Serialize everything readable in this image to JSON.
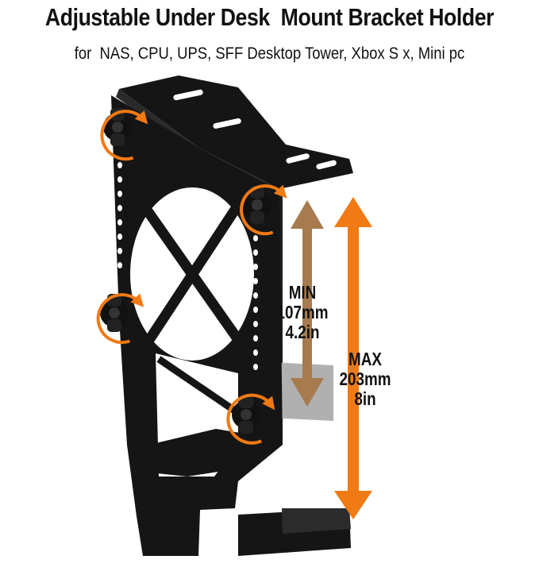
{
  "header": {
    "title": "Adjustable Under Desk  Mount Bracket Holder",
    "subtitle": "for  NAS, CPU, UPS, SFF Desktop Tower, Xbox S x, Mini pc"
  },
  "min_dimension": {
    "label": "MIN",
    "mm": "107mm",
    "inch": "4.2in"
  },
  "max_dimension": {
    "label": "MAX",
    "mm": "203mm",
    "inch": "8in"
  },
  "colors": {
    "bracket": "#151515",
    "arrow_min": "#a77b4e",
    "arrow_max": "#f07a14",
    "rotate_arrow": "#f07a14"
  },
  "icons": {
    "knob": "black-thumb-screw-knob",
    "rotate": "curved-rotate-arrow"
  }
}
